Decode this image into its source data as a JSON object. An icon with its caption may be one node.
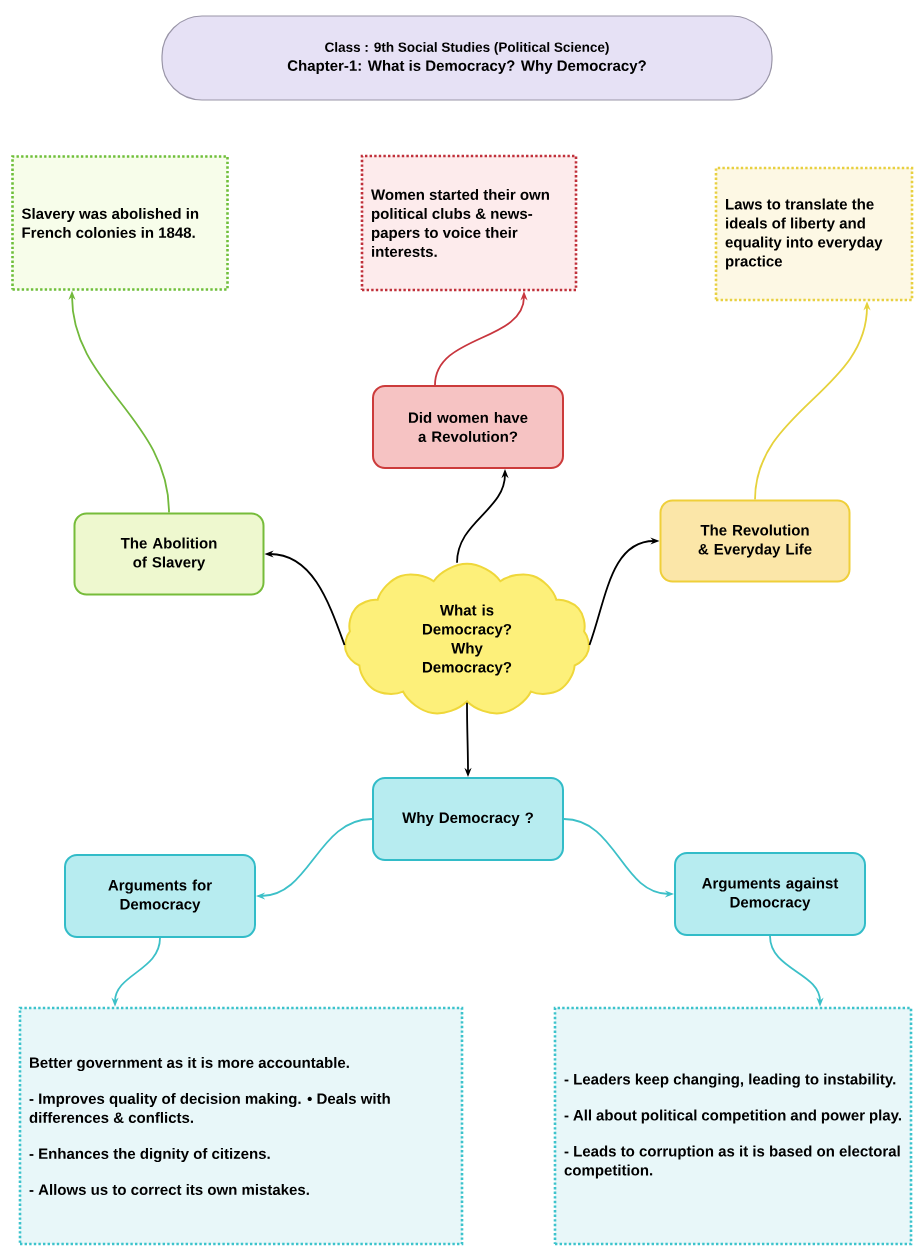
{
  "diagram": {
    "nodes": [
      {
        "text": [
          "Class : 9th Social Studies (Political Science)",
          "Chapter-1: What is Democracy? Why Democracy?"
        ]
      },
      {
        "text": [
          "Slavery was abolished in French colonies in 1848."
        ]
      },
      {
        "text": [
          "Women started their own political clubs & news- papers to voice their interests."
        ]
      },
      {
        "text": [
          "Laws to translate the ideals of liberty and equality into everyday practice"
        ]
      },
      {
        "text": [
          "Did women have a Revolution?"
        ]
      },
      {
        "text": [
          "The Abolition of Slavery"
        ]
      },
      {
        "text": [
          "The Revolution & Everyday Life"
        ]
      },
      {
        "text": [
          "What is Democracy? Why Democracy?"
        ]
      },
      {
        "text": [
          "Why Democracy ?"
        ]
      },
      {
        "text": [
          "Arguments for Democracy"
        ]
      },
      {
        "text": [
          "Arguments against Democracy"
        ]
      },
      {
        "text": [
          "Better government as it is more accountable.",
          "- Improves quality of decision making. • Deals with differences & conflicts.",
          "- Enhances the dignity of citizens.",
          "- Allows us to correct its own mistakes."
        ]
      },
      {
        "text": [
          "- Leaders keep changing, leading to instability.",
          "- All about political competition and power play.",
          "- Leads to corruption as it is based on electoral competition."
        ]
      }
    ],
    "edges": [
      {
        "from": 7,
        "to": 4,
        "arrow": "to"
      },
      {
        "from": 7,
        "to": 5,
        "arrow": "to"
      },
      {
        "from": 7,
        "to": 6,
        "arrow": "to"
      },
      {
        "from": 7,
        "to": 8,
        "arrow": "to"
      },
      {
        "from": 4,
        "to": 2,
        "arrow": "to",
        "color": "#c8363e"
      },
      {
        "from": 5,
        "to": 1,
        "arrow": "to",
        "color": "#72b93c"
      },
      {
        "from": 6,
        "to": 3,
        "arrow": "to",
        "color": "#e6d23c"
      },
      {
        "from": 8,
        "to": 9,
        "arrow": "to",
        "color": "#3cc0c8"
      },
      {
        "from": 8,
        "to": 10,
        "arrow": "to",
        "color": "#3cc0c8"
      },
      {
        "from": 9,
        "to": 11,
        "arrow": "to",
        "color": "#3cc0c8"
      },
      {
        "from": 10,
        "to": 12,
        "arrow": "to",
        "color": "#3cc0c8"
      }
    ]
  }
}
